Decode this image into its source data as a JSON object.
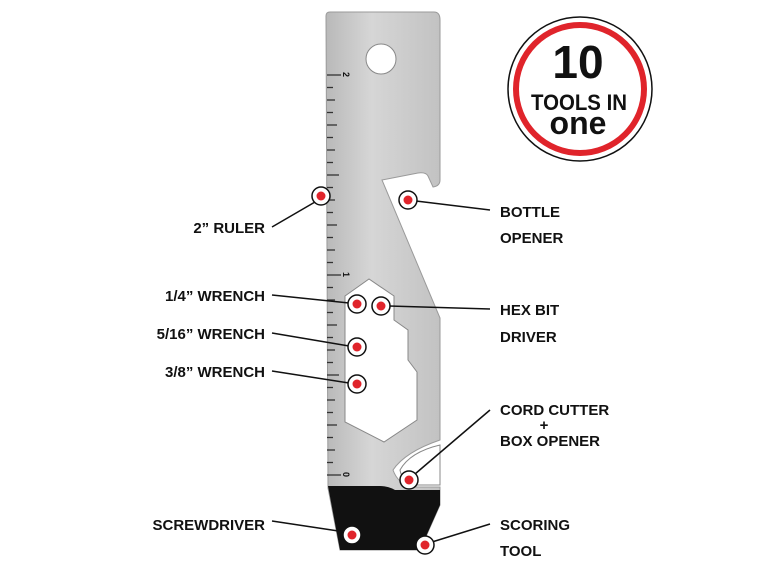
{
  "badge": {
    "number": "10",
    "line1": "TOOLS IN",
    "line2": "one"
  },
  "ruler": {
    "marks": [
      "2",
      "1",
      "0"
    ]
  },
  "labels_left": {
    "ruler": "2” RULER",
    "wrench_quarter": "1/4” WRENCH",
    "wrench_five_sixteenths": "5/16” WRENCH",
    "wrench_three_eighths": "3/8” WRENCH",
    "screwdriver": "SCREWDRIVER"
  },
  "labels_right": {
    "bottle": [
      "BOTTLE",
      "OPENER"
    ],
    "hex": [
      "HEX BIT",
      "DRIVER"
    ],
    "cord": [
      "CORD CUTTER",
      "+",
      "BOX OPENER"
    ],
    "scoring": [
      "SCORING",
      "TOOL"
    ]
  },
  "colors": {
    "accent": "#e0242b",
    "steel": "#c9c9c9",
    "black": "#111111"
  }
}
